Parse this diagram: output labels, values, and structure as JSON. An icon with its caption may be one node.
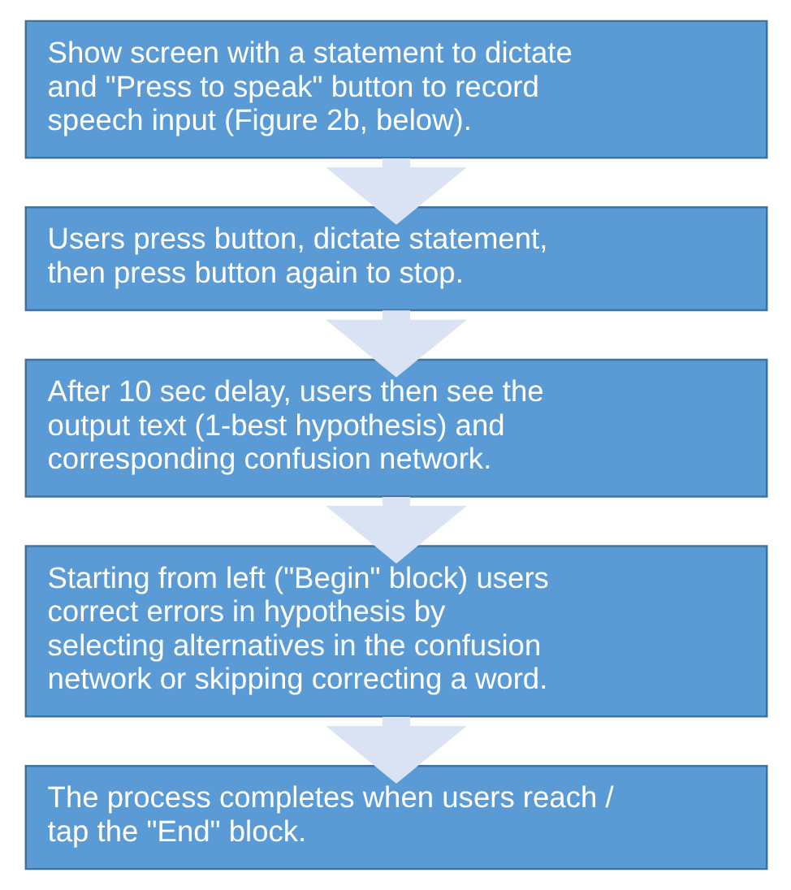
{
  "diagram": {
    "nodes": [
      {
        "text": [
          "Show screen with a statement to dictate and \"Press to speak\" button to record speech input (Figure 2b, below)."
        ]
      },
      {
        "text": [
          "Users press button, dictate statement, then press button again to stop."
        ]
      },
      {
        "text": [
          "After 10 sec delay, users then see the output text (1-best hypothesis) and corresponding confusion network."
        ]
      },
      {
        "text": [
          "Starting from left (\"Begin\" block) users correct errors in hypothesis by selecting alternatives in the confusion network or skipping correcting a word."
        ]
      },
      {
        "text": [
          "The process completes when users reach / tap the \"End\" block."
        ]
      }
    ],
    "edges": [
      {
        "from": 0,
        "to": 1,
        "arrow": "to"
      },
      {
        "from": 1,
        "to": 2,
        "arrow": "to"
      },
      {
        "from": 2,
        "to": 3,
        "arrow": "to"
      },
      {
        "from": 3,
        "to": 4,
        "arrow": "to"
      }
    ]
  }
}
